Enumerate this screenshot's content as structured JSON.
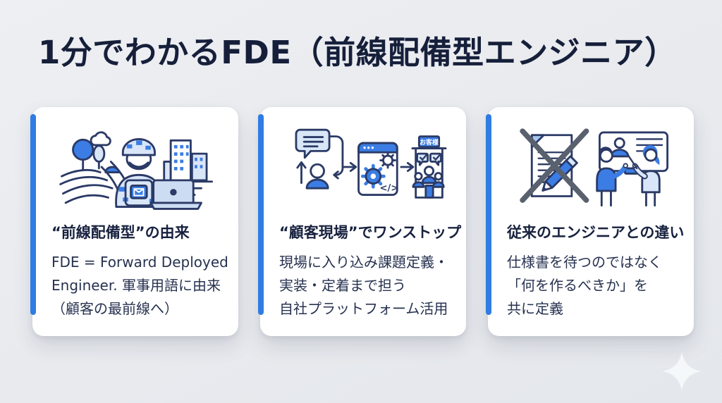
{
  "slide": {
    "title": "1分でわかるFDE（前線配備型エンジニア）"
  },
  "colors": {
    "accent": "#2f7ce2",
    "background": "#e9ebef",
    "ink_stroke": "#2b3a66",
    "illustration_blue": "#3b7de4",
    "illustration_light_blue": "#d9e6f8",
    "title_text": "#161f3a",
    "body_text": "#273250",
    "cross_gray": "#59616f"
  },
  "cards": [
    {
      "id": "origin",
      "icon": "soldier-laptop-field-city-illustration",
      "heading": "“前線配備型”の由来",
      "body_lines": [
        "FDE = Forward Deployed",
        "Engineer. 軍事用語に由来",
        "（顧客の最前線へ）"
      ]
    },
    {
      "id": "onestop",
      "icon": "chat-build-deliver-flow-illustration",
      "heading": "“顧客現場”でワンストップ",
      "body_lines": [
        "現場に入り込み課題定義・",
        "実装・定着まで担う",
        "自社プラットフォーム活用"
      ]
    },
    {
      "id": "difference",
      "icon": "crossed-spec-collaboration-illustration",
      "heading": "従来のエンジニアとの違い",
      "body_lines": [
        "仕様書を待つのではなく",
        "「何を作るべきか」を",
        "共に定義"
      ]
    }
  ],
  "labels": {
    "customer_sign": "お客様",
    "code_symbol": "</>"
  },
  "decor": {
    "sparkle_icon": "four-point-star"
  }
}
